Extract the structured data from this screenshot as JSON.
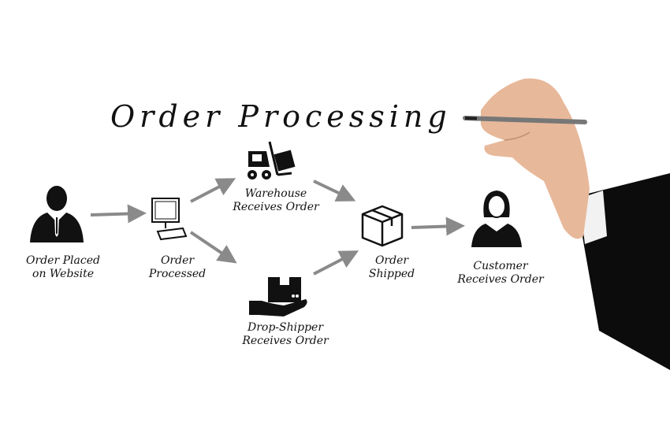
{
  "title": "Order Processing",
  "nodes": {
    "order_placed": {
      "line1": "Order Placed",
      "line2": "on Website",
      "icon": "businessman-icon"
    },
    "order_processed": {
      "line1": "Order",
      "line2": "Processed",
      "icon": "computer-icon"
    },
    "warehouse": {
      "line1": "Warehouse",
      "line2": "Receives Order",
      "icon": "forklift-icon"
    },
    "drop_shipper": {
      "line1": "Drop-Shipper",
      "line2": "Receives Order",
      "icon": "hand-box-icon"
    },
    "order_shipped": {
      "line1": "Order",
      "line2": "Shipped",
      "icon": "box-icon"
    },
    "customer": {
      "line1": "Customer",
      "line2": "Receives Order",
      "icon": "woman-icon"
    }
  },
  "colors": {
    "arrow": "#8a8a8a",
    "ink": "#111111",
    "skin": "#e8b89a",
    "suit": "#0c0c0c"
  }
}
